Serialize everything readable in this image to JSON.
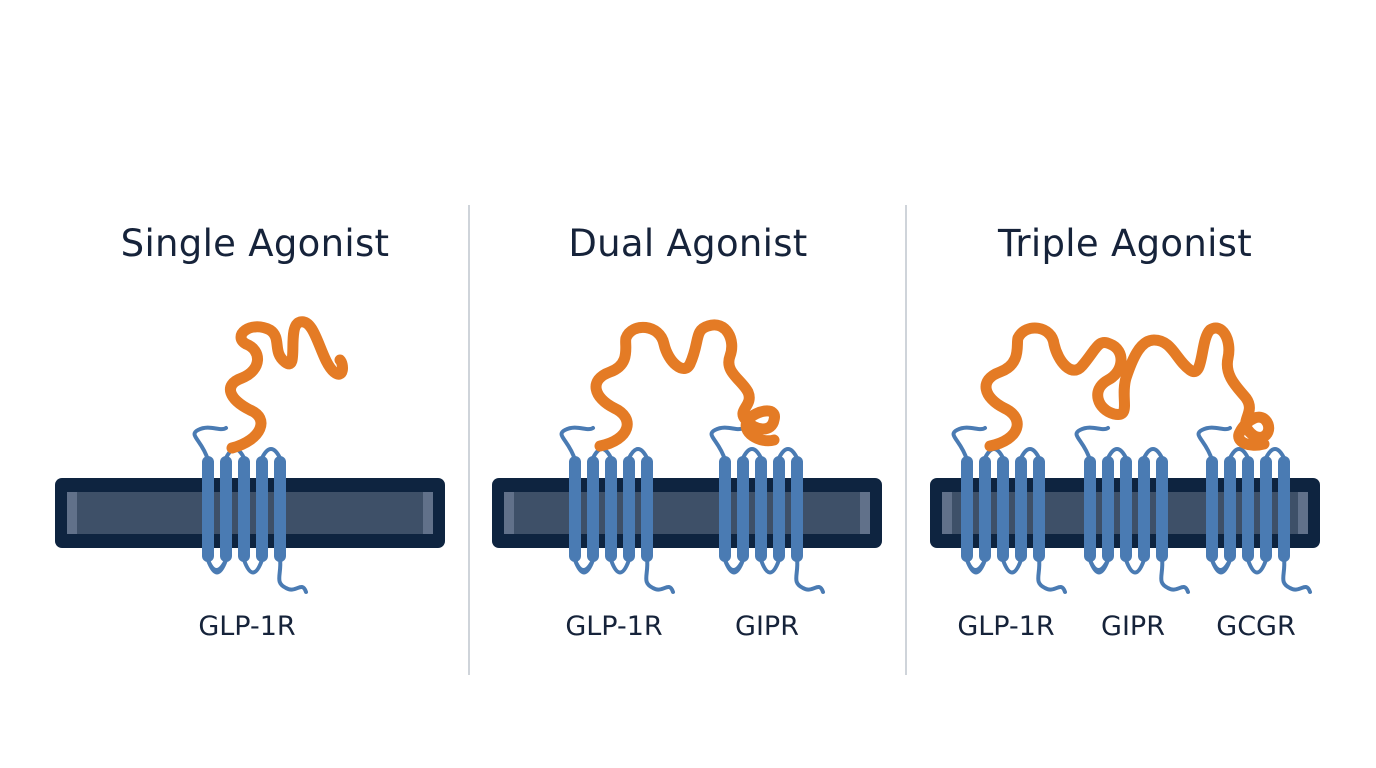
{
  "colors": {
    "membrane_edge": "#0e2440",
    "membrane_fill": "#3e5068",
    "receptor": "#4a7bb3",
    "peptide": "#e47b25",
    "text": "#16233a",
    "divider": "#cfd4da"
  },
  "panels": [
    {
      "title": "Single Agonist",
      "receptors": [
        "GLP-1R"
      ]
    },
    {
      "title": "Dual Agonist",
      "receptors": [
        "GLP-1R",
        "GIPR"
      ]
    },
    {
      "title": "Triple Agonist",
      "receptors": [
        "GLP-1R",
        "GIPR",
        "GCGR"
      ]
    }
  ]
}
